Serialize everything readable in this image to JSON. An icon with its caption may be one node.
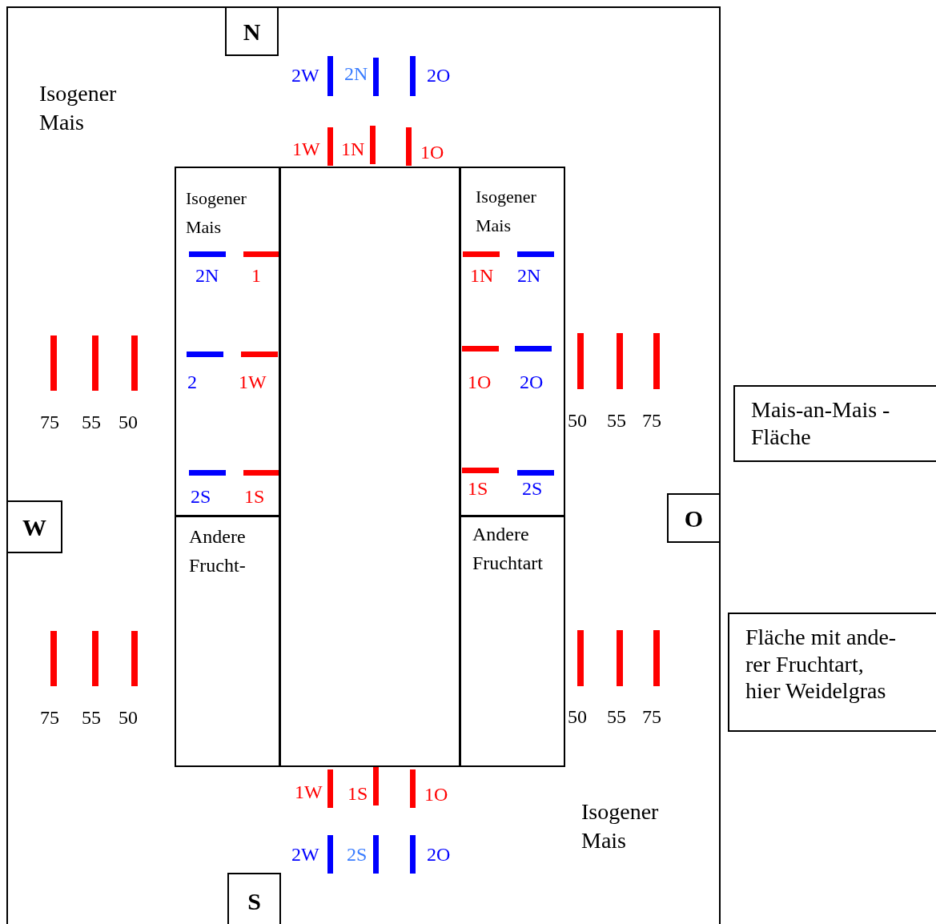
{
  "diagram": {
    "nodes": [
      {
        "text": [
          "Isogener Mais",
          "Isogener Mais"
        ]
      },
      {
        "text": [
          "N"
        ],
        "in": 0
      },
      {
        "text": [
          "W"
        ],
        "in": 0
      },
      {
        "text": [
          "O"
        ],
        "in": 0
      },
      {
        "text": [
          "S"
        ],
        "in": 0
      },
      {
        "text": [
          "Isogener Mais"
        ],
        "in": 0
      },
      {
        "text": [],
        "shape": "box",
        "in": 0
      },
      {
        "text": [
          "Isogener Mais"
        ],
        "in": 0
      },
      {
        "text": [
          "Andere Frucht-"
        ],
        "in": 0
      },
      {
        "text": [
          "Andere Fruchtart"
        ],
        "in": 0
      },
      {
        "text": [
          "Mais-an-Mais - Fläche"
        ]
      },
      {
        "text": [
          "Fläche mit ande- rer Fruchtart, hier Weidelgras"
        ]
      }
    ],
    "labels": [
      "2W",
      "2N",
      "2O",
      "1W",
      "1N",
      "1O",
      "2N",
      "1",
      "1N",
      "2N",
      "2",
      "1W",
      "1O",
      "2O",
      "75",
      "55",
      "50",
      "50",
      "55",
      "75",
      "2S",
      "1S",
      "1S",
      "2S",
      "75",
      "55",
      "50",
      "50",
      "55",
      "75",
      "1W",
      "1S",
      "1O",
      "2W",
      "2S",
      "2O"
    ]
  }
}
